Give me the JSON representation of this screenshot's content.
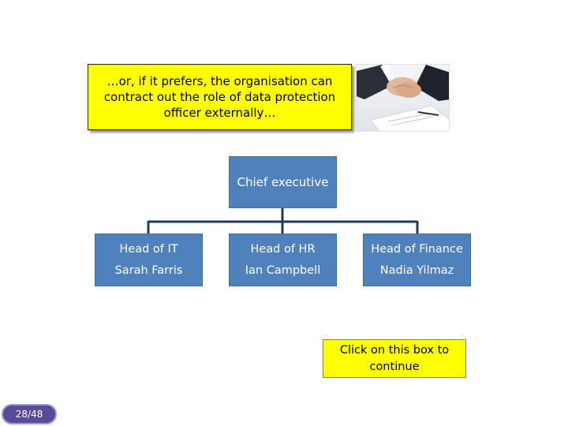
{
  "callout": {
    "text": "…or, if it prefers, the organisation can contract out the role of data protection officer externally…"
  },
  "photo": {
    "icon": "handshake-photo"
  },
  "org_chart": {
    "top": {
      "role": "Chief executive"
    },
    "heads": [
      {
        "role": "Head of IT",
        "name": "Sarah Farris"
      },
      {
        "role": "Head of HR",
        "name": "Ian Campbell"
      },
      {
        "role": "Head of Finance",
        "name": "Nadia Yilmaz"
      }
    ]
  },
  "continue_box": {
    "label": "Click on this box to continue"
  },
  "page_indicator": {
    "label": "28/48"
  },
  "colors": {
    "callout_bg": "#ffff00",
    "node_bg": "#4f81bd",
    "connector": "#1f3a5f",
    "badge_bg": "#5a4a9a"
  }
}
